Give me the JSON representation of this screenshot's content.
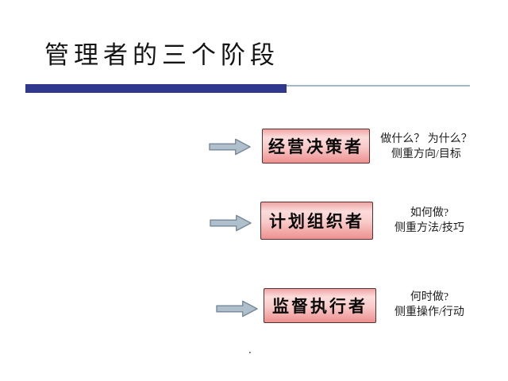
{
  "slide": {
    "title": "管理者的三个阶段",
    "footer_dot": ".",
    "colors": {
      "bar_blue": "#30398e",
      "thin_line": "#a3b8c6",
      "box_border": "#573131",
      "box_fill_top": "#efa4a4",
      "box_fill_light": "#fcdcdc",
      "box_fill_bottom": "#ee9090",
      "arrow_fill": "#b0bfcc",
      "arrow_border": "#76879a"
    },
    "rows": [
      {
        "box_label": "经营决策者",
        "note_line1": "做什么？ 为什么？",
        "note_line2": "侧重方向/目标"
      },
      {
        "box_label": "计划组织者",
        "note_line1": "如何做?",
        "note_line2": "侧重方法/技巧"
      },
      {
        "box_label": "监督执行者",
        "note_line1": "何时做?",
        "note_line2": "侧重操作/行动"
      }
    ]
  }
}
